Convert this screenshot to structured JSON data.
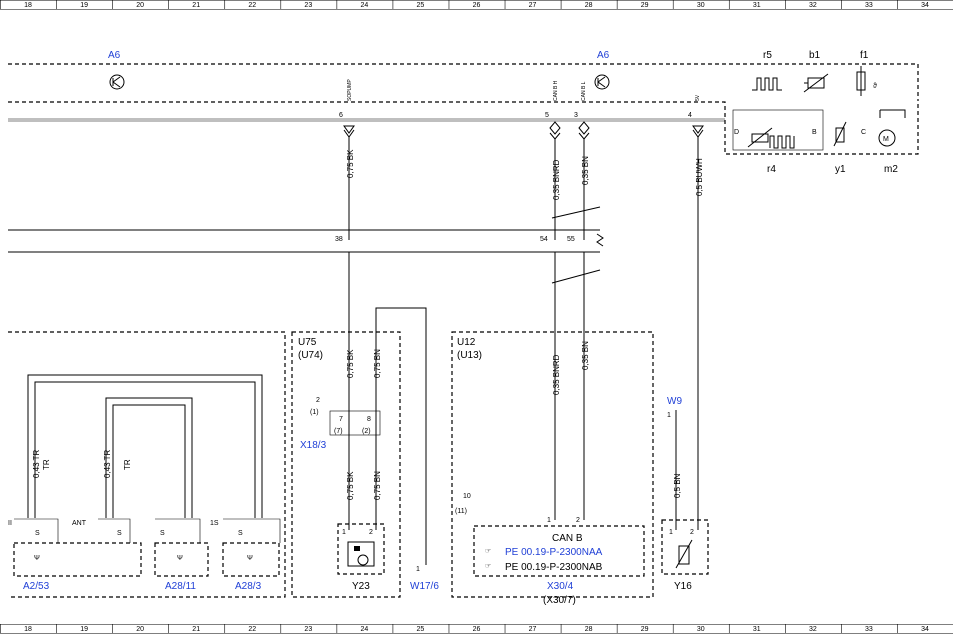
{
  "ruler": {
    "columns": [
      "18",
      "19",
      "20",
      "21",
      "22",
      "23",
      "24",
      "25",
      "26",
      "27",
      "28",
      "29",
      "30",
      "31",
      "32",
      "33",
      "34"
    ]
  },
  "modules": {
    "a6_left": "A6",
    "a6_right": "A6",
    "r5": "r5",
    "b1": "b1",
    "f1": "f1",
    "r4": "r4",
    "y1": "y1",
    "m2": "m2",
    "sub_d": "D",
    "sub_b": "B",
    "sub_c": "C"
  },
  "pins_top": {
    "p6": "6",
    "p5": "5",
    "p3": "3",
    "p4": "4",
    "sig_pump": "SOPUMP",
    "sig_canh": "CAN B H",
    "sig_canl": "CAN B L",
    "sig_5v": "5V"
  },
  "wires": {
    "w_bk": "0,75 BK",
    "w_bnrd": "0,35 BNRD",
    "w_bn": "0,35 BN",
    "w_buwh": "0,5 BUWH",
    "w_bk2": "0,75 BK",
    "w_bn2": "0,75 BN",
    "w_bnrd2": "0,35 BNRD",
    "w_bn3": "0,35 BN",
    "w_bk3": "0,75 BK",
    "w_bn4": "0,75 BN",
    "w_bn5": "0,5 BN",
    "w_tr1": "0,43 TR",
    "w_tr1b": "TR",
    "w_tr2": "0,43 TR",
    "w_tr2b": "TR"
  },
  "bus_pins": {
    "p38": "38",
    "p54": "54",
    "p55": "55"
  },
  "blocks": {
    "u75": "U75",
    "u74": "(U74)",
    "u12": "U12",
    "u13": "(U13)",
    "x18_pin": "2",
    "x18_pin_alt": "(1)",
    "x18_a": "7",
    "x18_b": "8",
    "x18_a_alt": "(7)",
    "x18_b_alt": "(2)",
    "x18": "X18/3",
    "w9": "W9",
    "w9_pin": "1",
    "w17_pin": "1",
    "w17": "W17/6",
    "x30_10": "10",
    "x30_11": "(11)",
    "x30_p1": "1",
    "x30_p2": "2",
    "can_b": "CAN B",
    "pe1": "PE 00.19-P-2300NAA",
    "pe2": "PE 00.19-P-2300NAB",
    "x30": "X30/4",
    "x30_alt": "(X30/7)",
    "y23": "Y23",
    "y23_p1": "1",
    "y23_p2": "2",
    "y16": "Y16",
    "y16_p1": "1",
    "y16_p2": "2",
    "a2": "A2/53",
    "a28_11": "A28/11",
    "a28_3": "A28/3",
    "ant": "ANT",
    "one_s": "1S",
    "ii": "II",
    "s1": "S",
    "s2": "S",
    "s3": "S",
    "s4": "S"
  },
  "colors": {
    "link": "#1f3fd6",
    "ink": "#000000"
  }
}
